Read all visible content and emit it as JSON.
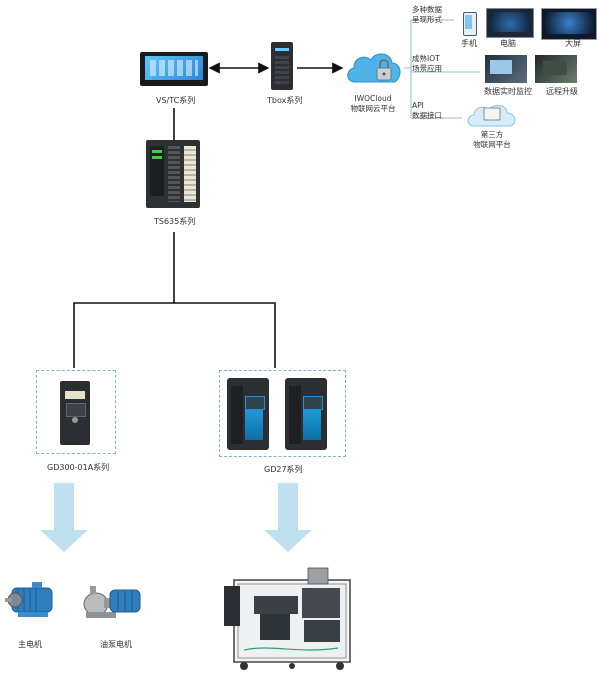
{
  "top": {
    "hmi_label": "VS/TC系列",
    "tbox_label": "Tbox系列",
    "cloud_label_1": "IWOCloud",
    "cloud_label_2": "物联网云平台"
  },
  "side": {
    "group1_title_1": "多种数据",
    "group1_title_2": "呈现形式",
    "phone_label": "手机",
    "pc_label": "电脑",
    "screen_label": "大屏",
    "group2_title_1": "成熟IOT",
    "group2_title_2": "场景应用",
    "monitor_label": "数据实时监控",
    "upgrade_label": "远程升级",
    "group3_title_1": "API",
    "group3_title_2": "数据接口",
    "third_party_1": "第三方",
    "third_party_2": "物联网平台"
  },
  "plc": {
    "label": "TS635系列"
  },
  "drives": {
    "left_label": "GD300-01A系列",
    "right_label": "GD27系列"
  },
  "loads": {
    "motor_label": "主电机",
    "pump_label": "油泵电机"
  },
  "colors": {
    "dash": "#7fb5cf",
    "arrow": "#bfe0ee",
    "line": "#111111",
    "cloud": "#4fb3e8"
  }
}
